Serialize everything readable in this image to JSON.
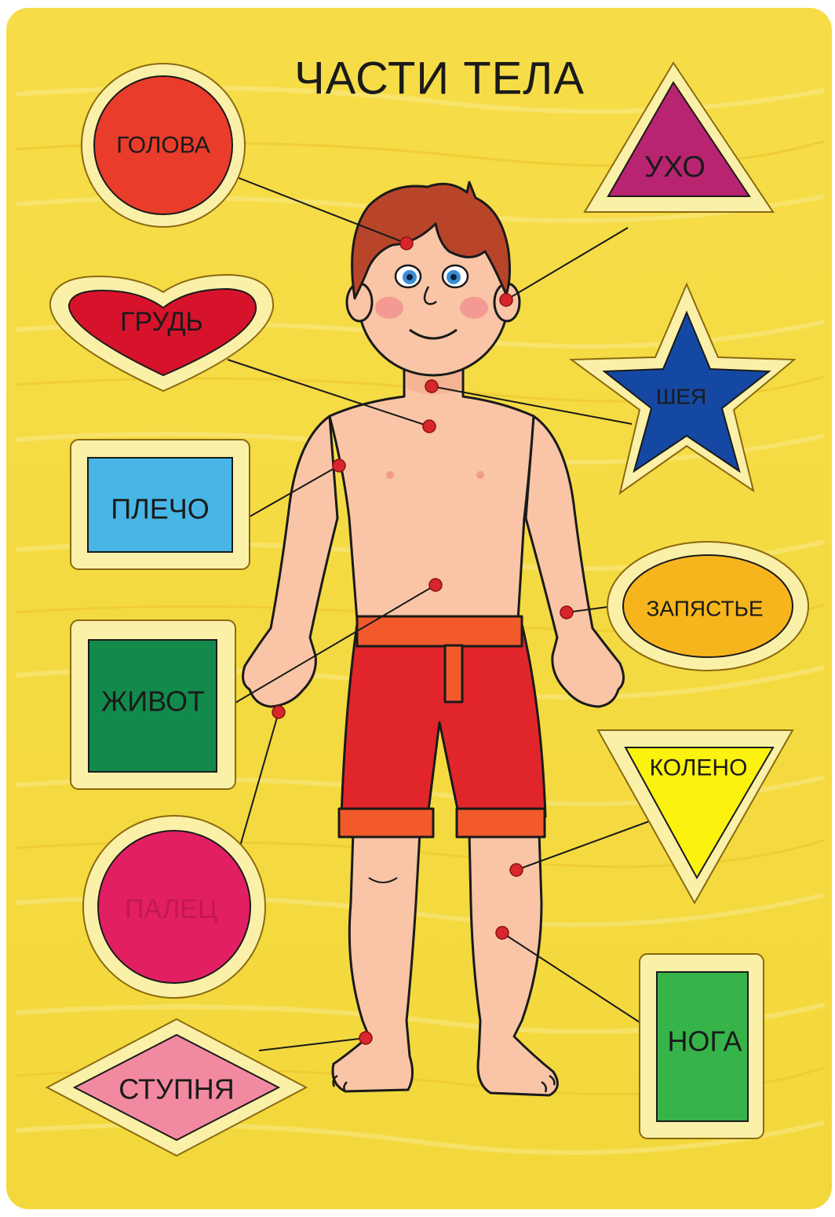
{
  "title": "ЧАСТИ ТЕЛА",
  "colors": {
    "board": "#f7e25a",
    "board_grain": "#f2cf3a",
    "frame": "#fbf0a8",
    "leader_line": "#1a1a1a",
    "point": "#d8262d",
    "skin": "#f9c5a6",
    "hair": "#b8452a",
    "shorts": "#e1262b",
    "shorts_trim": "#f25a2c"
  },
  "labels": [
    {
      "id": "golova",
      "text": "ГОЛОВА",
      "shape": "circle",
      "color": "#ea3c2a"
    },
    {
      "id": "ukho",
      "text": "УХО",
      "shape": "triangle",
      "color": "#b8246f"
    },
    {
      "id": "grud",
      "text": "ГРУДЬ",
      "shape": "heart",
      "color": "#d6132b"
    },
    {
      "id": "sheya",
      "text": "ШЕЯ",
      "shape": "star",
      "color": "#1448a3"
    },
    {
      "id": "plecho",
      "text": "ПЛЕЧО",
      "shape": "rectangle",
      "color": "#47b6e6"
    },
    {
      "id": "zapyastye",
      "text": "ЗАПЯСТЬЕ",
      "shape": "ellipse",
      "color": "#f7b51d"
    },
    {
      "id": "zhivot",
      "text": "ЖИВОТ",
      "shape": "square",
      "color": "#128a4c"
    },
    {
      "id": "koleno",
      "text": "КОЛЕНО",
      "shape": "inverted-triangle",
      "color": "#fbf20f"
    },
    {
      "id": "palets",
      "text": "ПАЛЕЦ",
      "shape": "circle",
      "color": "#e21f63"
    },
    {
      "id": "noga",
      "text": "НОГА",
      "shape": "rectangle",
      "color": "#36b44a"
    },
    {
      "id": "stupnya",
      "text": "СТУПНЯ",
      "shape": "rhombus",
      "color": "#f18aa0"
    }
  ]
}
